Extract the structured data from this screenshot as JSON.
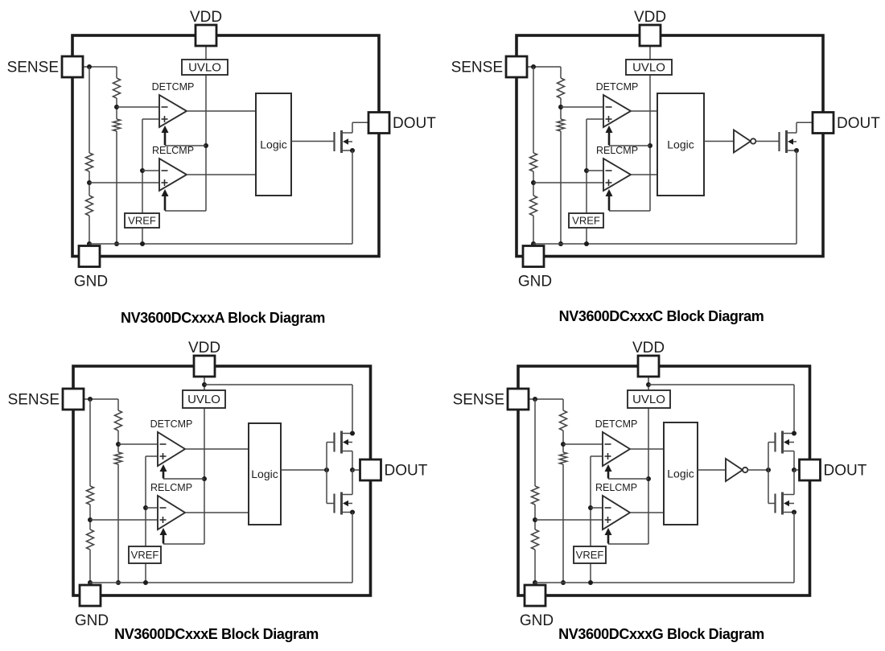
{
  "page": {
    "background": "#ffffff"
  },
  "colors": {
    "wire": "#474747",
    "outline": "#2e2e2e",
    "strong": "#1c1c1c",
    "text": "#1c1c1c",
    "title": "#000000",
    "bg": "#ffffff"
  },
  "labels": {
    "vdd": "VDD",
    "sense": "SENSE",
    "gnd": "GND",
    "dout": "DOUT",
    "uvlo": "UVLO",
    "vref": "VREF",
    "detcmp": "DETCMP",
    "relcmp": "RELCMP",
    "logic": "Logic"
  },
  "diagrams": [
    {
      "id": "A",
      "title": "NV3600DCxxxA Block Diagram",
      "inverter": false,
      "output_stage": "open-drain-nmos"
    },
    {
      "id": "C",
      "title": "NV3600DCxxxC Block Diagram",
      "inverter": true,
      "output_stage": "open-drain-nmos"
    },
    {
      "id": "E",
      "title": "NV3600DCxxxE Block Diagram",
      "inverter": false,
      "output_stage": "push-pull"
    },
    {
      "id": "G",
      "title": "NV3600DCxxxG Block Diagram",
      "inverter": true,
      "output_stage": "push-pull"
    }
  ]
}
